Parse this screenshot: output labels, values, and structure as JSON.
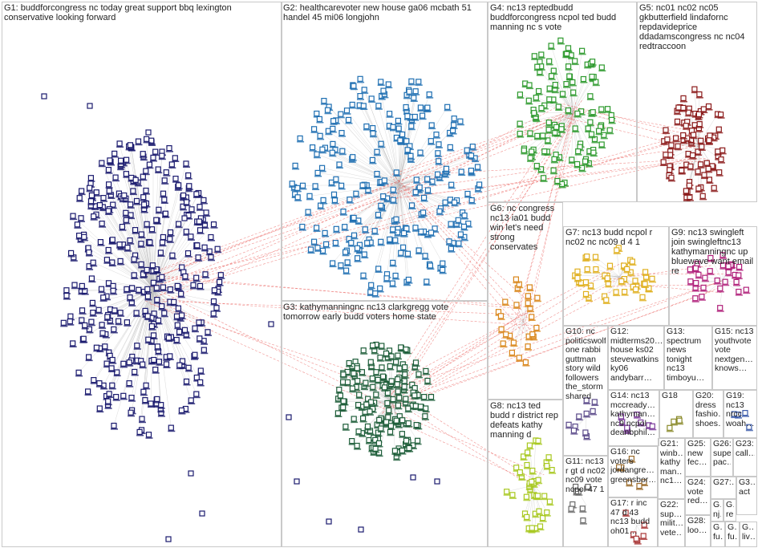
{
  "graph": {
    "edge_colors": {
      "within_group": "#bdbdbd",
      "between_group": "#e53935"
    },
    "groups": [
      {
        "id": "G1",
        "label": "G1: buddforcongress nc today great support bbq lexington conservative looking forward",
        "color": "#1a1a6e"
      },
      {
        "id": "G2",
        "label": "G2: healthcarevoter new house ga06 mcbath 51 handel 45 mi06 longjohn",
        "color": "#1f6fb2"
      },
      {
        "id": "G3",
        "label": "G3: kathymanningnc nc13 clarkgregg vote tomorrow early budd voters home state",
        "color": "#1e5e3a"
      },
      {
        "id": "G4",
        "label": "G4: nc13 reptedbudd buddforcongress ncpol ted budd manning nc s vote",
        "color": "#2e9a2e"
      },
      {
        "id": "G5",
        "label": "G5: nc01 nc02 nc05 gkbutterfield lindafornc repdavideprice ddadamscongress nc nc04 redtraccoon",
        "color": "#8b1a1a"
      },
      {
        "id": "G6",
        "label": "G6: nc congress nc13 ia01 budd win let's need strong conservates",
        "color": "#d9861a"
      },
      {
        "id": "G7",
        "label": "G7: nc13 budd ncpol r nc02 nc nc09 d 4 1",
        "color": "#e0b020"
      },
      {
        "id": "G8",
        "label": "G8: nc13 ted budd r district rep defeats kathy manning d",
        "color": "#a8c820"
      },
      {
        "id": "G9",
        "label": "G9: nc13 swingleft join swingleftnc13 kathymanningnc up bluewave want email re",
        "color": "#b0207a"
      },
      {
        "id": "G10",
        "label": "G10: nc politicswolf one rabbi guttman story wild followers the_storm shared",
        "color": "#5b4a8a"
      },
      {
        "id": "G11",
        "label": "G11: nc13 r gt d nc02 nc09 vote ncpol 47 1",
        "color": "#6a6a6a"
      },
      {
        "id": "G12",
        "label": "G12: midterms20… house ks02 stevewatkins ky06 andybarr…",
        "color": "#4a7a9a"
      },
      {
        "id": "G13",
        "label": "G13: spectrum news tonight nc13 timboyu…",
        "color": "#3a8a8a"
      },
      {
        "id": "G14",
        "label": "G14: nc13 mccready… kathyman… nc9 ncpol deanbphil…",
        "color": "#7a3a9a"
      },
      {
        "id": "G15",
        "label": "G15: nc13 youthvote vote nextgen… knows…",
        "color": "#2a8a5a"
      },
      {
        "id": "G16",
        "label": "G16: nc voters jordangre… greensbor…",
        "color": "#9a6a2a"
      },
      {
        "id": "G17",
        "label": "G17: r inc 47 d 43 nc13 budd oh01…",
        "color": "#aa3a3a"
      },
      {
        "id": "G18",
        "label": "G18",
        "color": "#8a8a2a"
      },
      {
        "id": "G19",
        "label": "G19: nc13 nrcc woah…",
        "color": "#3a5aaa"
      },
      {
        "id": "G20",
        "label": "G20: dress fashio… shoes…",
        "color": "#aa5a8a"
      },
      {
        "id": "G21",
        "label": "G21: winb… kathy man… nc1…",
        "color": "#5a8a3a"
      },
      {
        "id": "G22",
        "label": "G22: sup… milit… vete…",
        "color": "#8a5a3a"
      },
      {
        "id": "G23",
        "label": "G23: call…",
        "color": "#3a3a8a"
      },
      {
        "id": "G24",
        "label": "G24: vote red…",
        "color": "#aa2a2a"
      },
      {
        "id": "G25",
        "label": "G25: new fec…",
        "color": "#2a6aaa"
      },
      {
        "id": "G26",
        "label": "G26: superap pac…",
        "color": "#6a2a6a"
      },
      {
        "id": "G27",
        "label": "G27:…",
        "color": "#5a5a5a"
      },
      {
        "id": "G28",
        "label": "G28: loo…",
        "color": "#2a7a7a"
      },
      {
        "id": "G29",
        "label": "G… nj…",
        "color": "#444444"
      },
      {
        "id": "G30",
        "label": "G… re…",
        "color": "#444444"
      },
      {
        "id": "G31",
        "label": "G3… act",
        "color": "#444444"
      },
      {
        "id": "G32",
        "label": "G… fu…",
        "color": "#444444"
      },
      {
        "id": "G33",
        "label": "G… fu…",
        "color": "#444444"
      },
      {
        "id": "G34",
        "label": "G… liv…",
        "color": "#444444"
      }
    ]
  }
}
